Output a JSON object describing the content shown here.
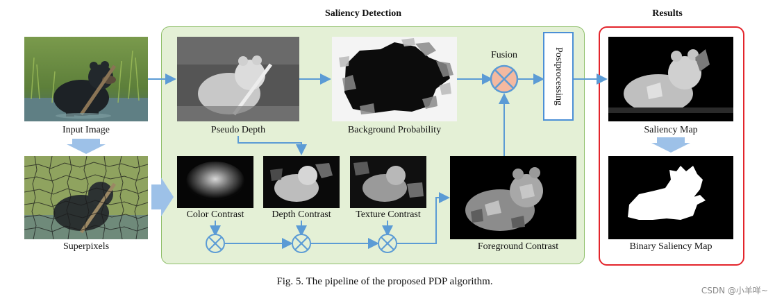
{
  "figure": {
    "headers": {
      "saliency_detection": "Saliency Detection",
      "results": "Results"
    },
    "labels": {
      "input_image": "Input Image",
      "superpixels": "Superpixels",
      "pseudo_depth": "Pseudo Depth",
      "background_probability": "Background Probability",
      "fusion": "Fusion",
      "postprocessing": "Postprocessing",
      "color_contrast": "Color Contrast",
      "depth_contrast": "Depth Contrast",
      "texture_contrast": "Texture Contrast",
      "foreground_contrast": "Foreground Contrast",
      "saliency_map": "Saliency Map",
      "binary_saliency_map": "Binary Saliency Map"
    },
    "caption": "Fig. 5.   The pipeline of the proposed PDP algorithm.",
    "colors": {
      "arrow": "#5b9bd5",
      "green_panel": "#e4f0d6",
      "results_border": "#e3242b",
      "fusion_fill": "#f4b9a0"
    }
  },
  "watermark": "CSDN @小羊咩~"
}
